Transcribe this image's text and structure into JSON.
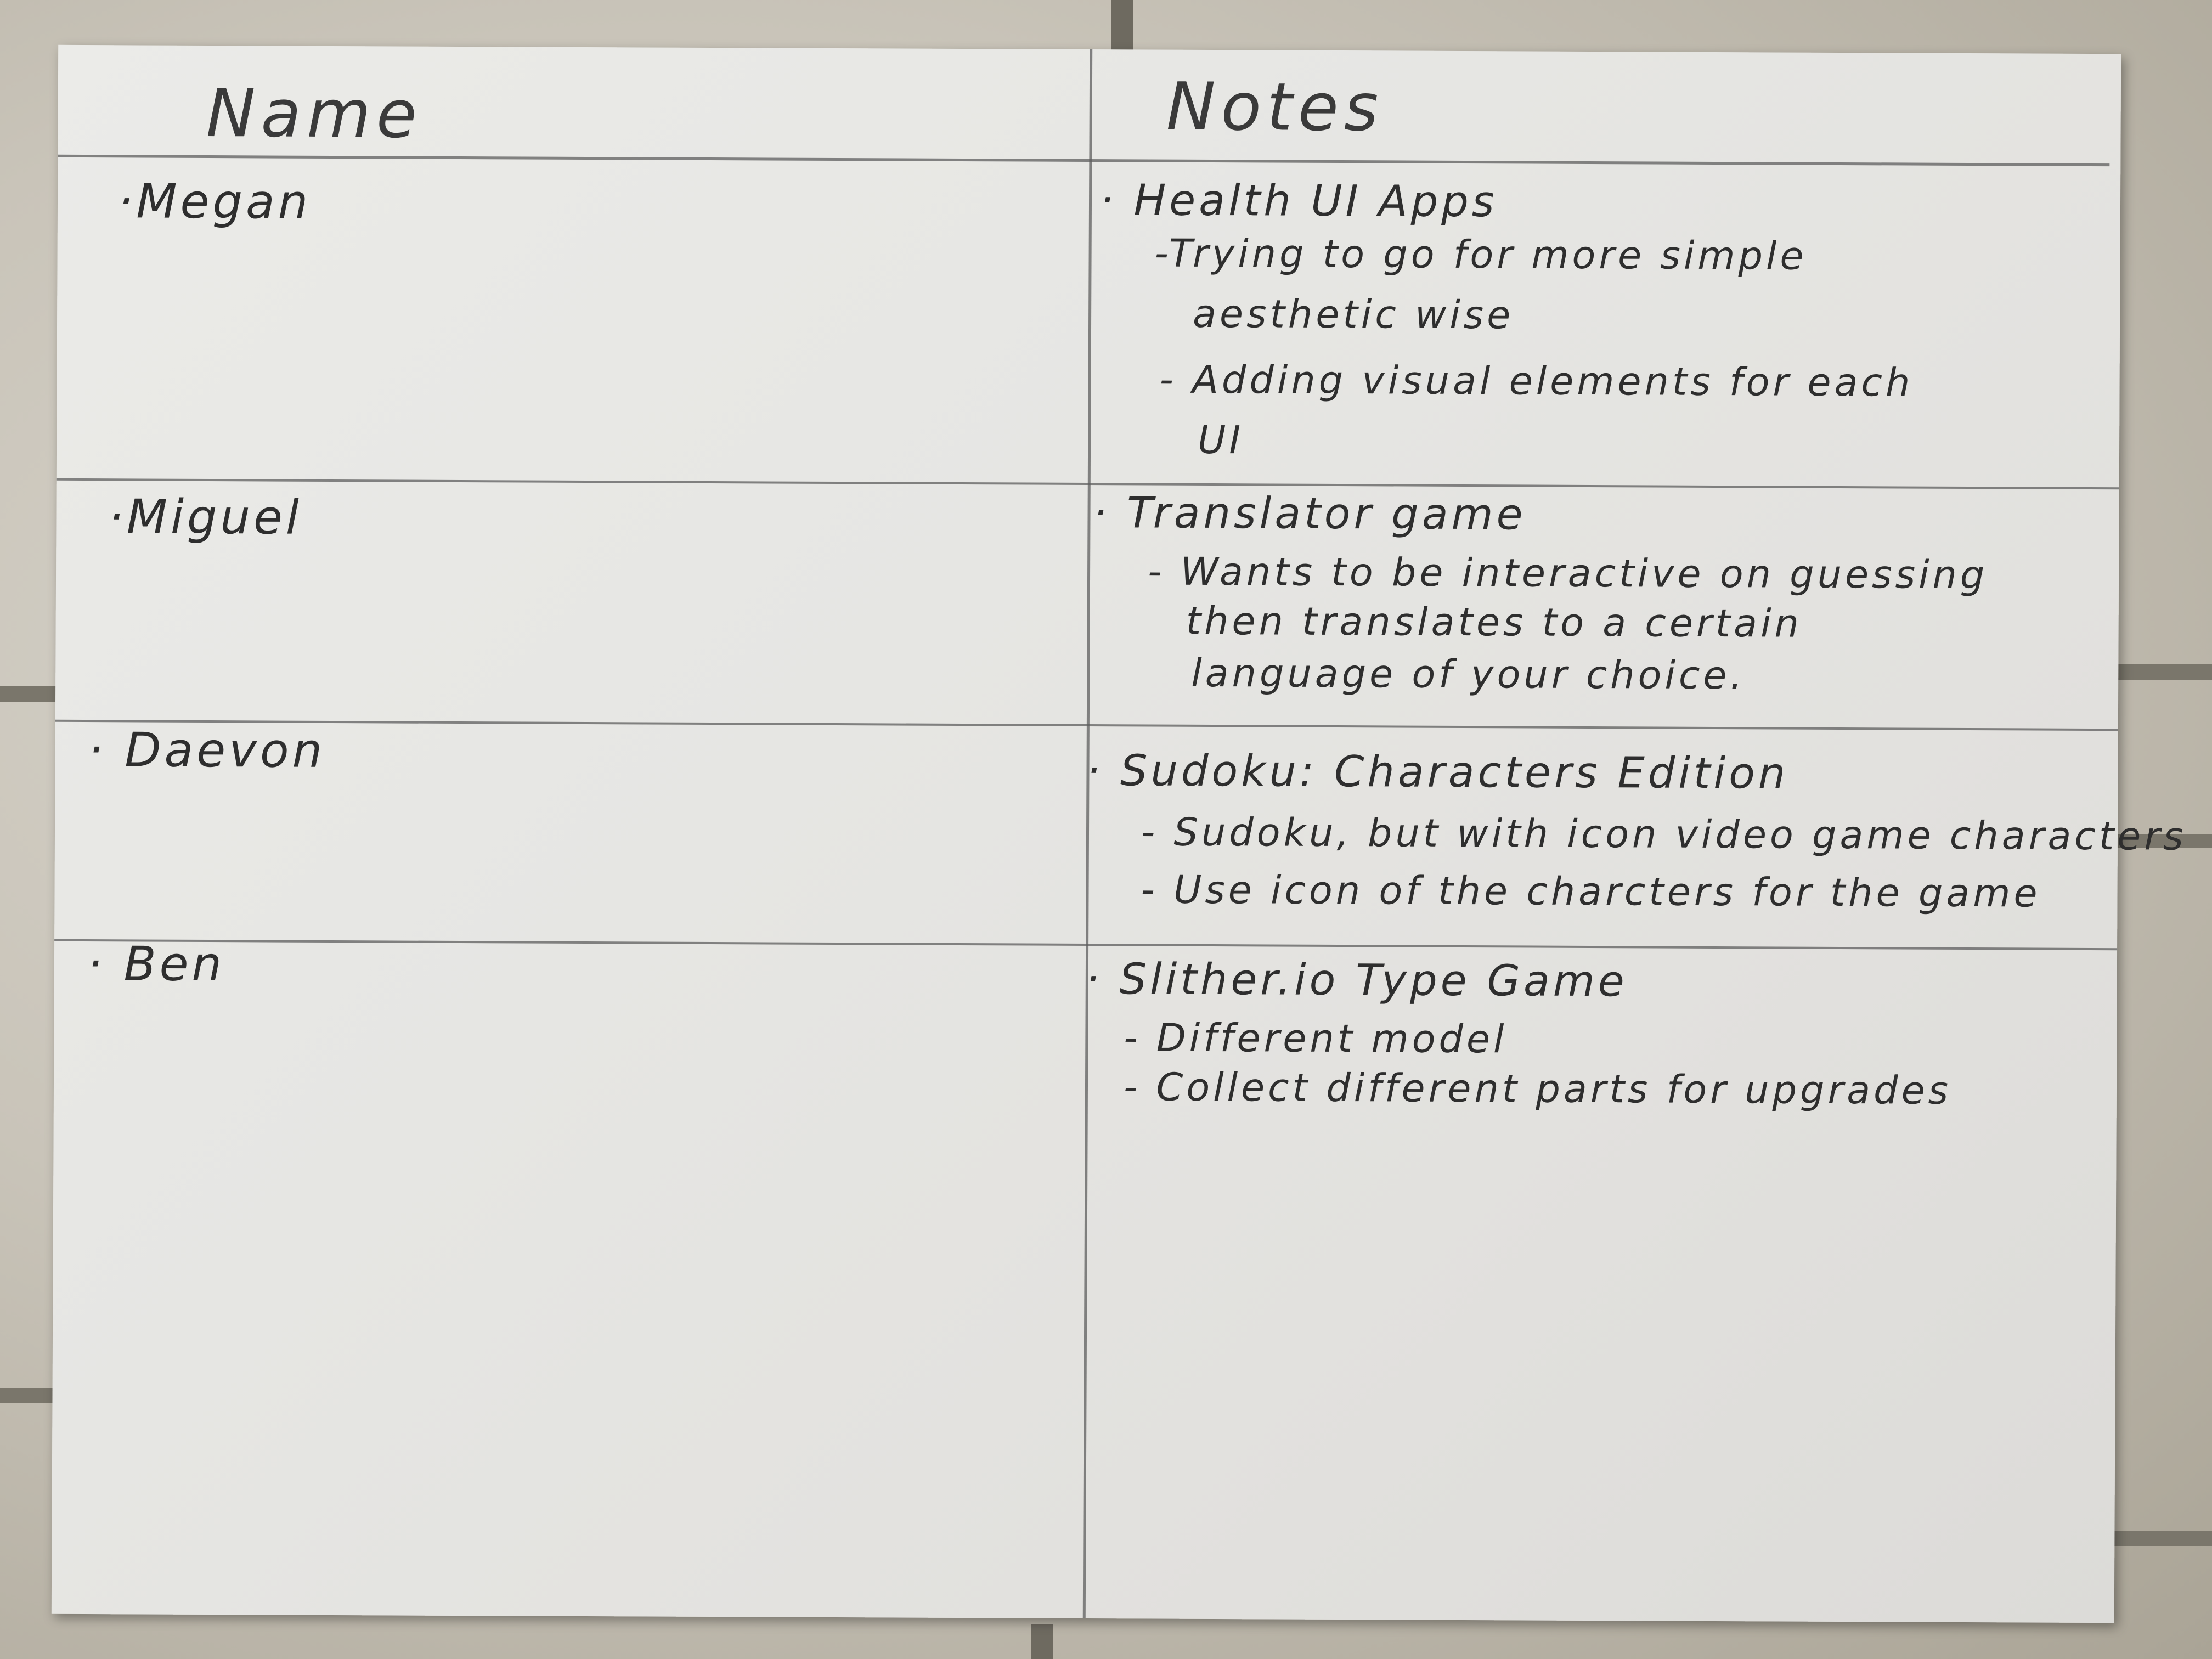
{
  "table": {
    "headers": {
      "name": "Name",
      "notes": "Notes"
    },
    "rows": [
      {
        "name": "·Megan",
        "title": "· Health UI Apps",
        "lines": [
          "-Trying to go for more simple",
          "aesthetic wise",
          "- Adding visual elements for each",
          "UI"
        ]
      },
      {
        "name": "·Miguel",
        "title": "· Translator game",
        "lines": [
          "- Wants to be interactive on guessing",
          "then translates to a certain",
          "language of your choice."
        ]
      },
      {
        "name": "· Daevon",
        "title": "· Sudoku: Characters Edition",
        "lines": [
          "- Sudoku, but with icon video game characters",
          "- Use icon of the charcters for the game"
        ]
      },
      {
        "name": "· Ben",
        "title": "· Slither.io Type Game",
        "lines": [
          "- Different model",
          "- Collect different parts for upgrades"
        ]
      }
    ]
  },
  "colors": {
    "paper": "#e6e6e3",
    "ink": "#2e2e2e",
    "rule": "#5e5e5e"
  }
}
